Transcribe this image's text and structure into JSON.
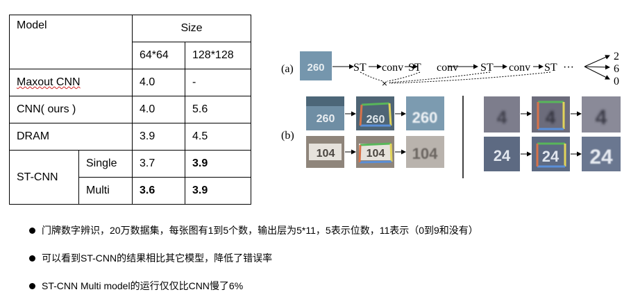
{
  "table": {
    "header": {
      "model": "Model",
      "size": "Size",
      "size_a": "64*64",
      "size_b": "128*128"
    },
    "rows": [
      {
        "model": "Maxout CNN",
        "a": "4.0",
        "b": "-"
      },
      {
        "model": "CNN( ours )",
        "a": "4.0",
        "b": "5.6"
      },
      {
        "model": "DRAM",
        "a": "3.9",
        "b": "4.5"
      }
    ],
    "stcnn": {
      "model": "ST-CNN",
      "single": {
        "label": "Single",
        "a": "3.7",
        "b": "3.9"
      },
      "multi": {
        "label": "Multi",
        "a": "3.6",
        "b": "3.9"
      }
    }
  },
  "diagram": {
    "label_a": "(a)",
    "label_b": "(b)",
    "input_digits": "260",
    "pipeline": [
      "ST",
      "conv",
      "ST",
      "conv",
      "ST",
      "conv",
      "ST",
      "···"
    ],
    "outputs": [
      "2",
      "6",
      "0"
    ],
    "cross": "×",
    "samples": [
      {
        "text": "260",
        "color": "#6f8ea4"
      },
      {
        "text": "104",
        "color": "#9a8e82"
      },
      {
        "text": "4",
        "color": "#737384"
      },
      {
        "text": "24",
        "color": "#5d6a82"
      }
    ]
  },
  "bullets": [
    "门牌数字辨识，20万数据集，每张图有1到5个数，输出层为5*11，5表示位数，11表示（0到9和没有）",
    "可以看到ST-CNN的结果相比其它模型，降低了错误率",
    "ST-CNN Multi model的运行仅仅比CNN慢了6%"
  ]
}
